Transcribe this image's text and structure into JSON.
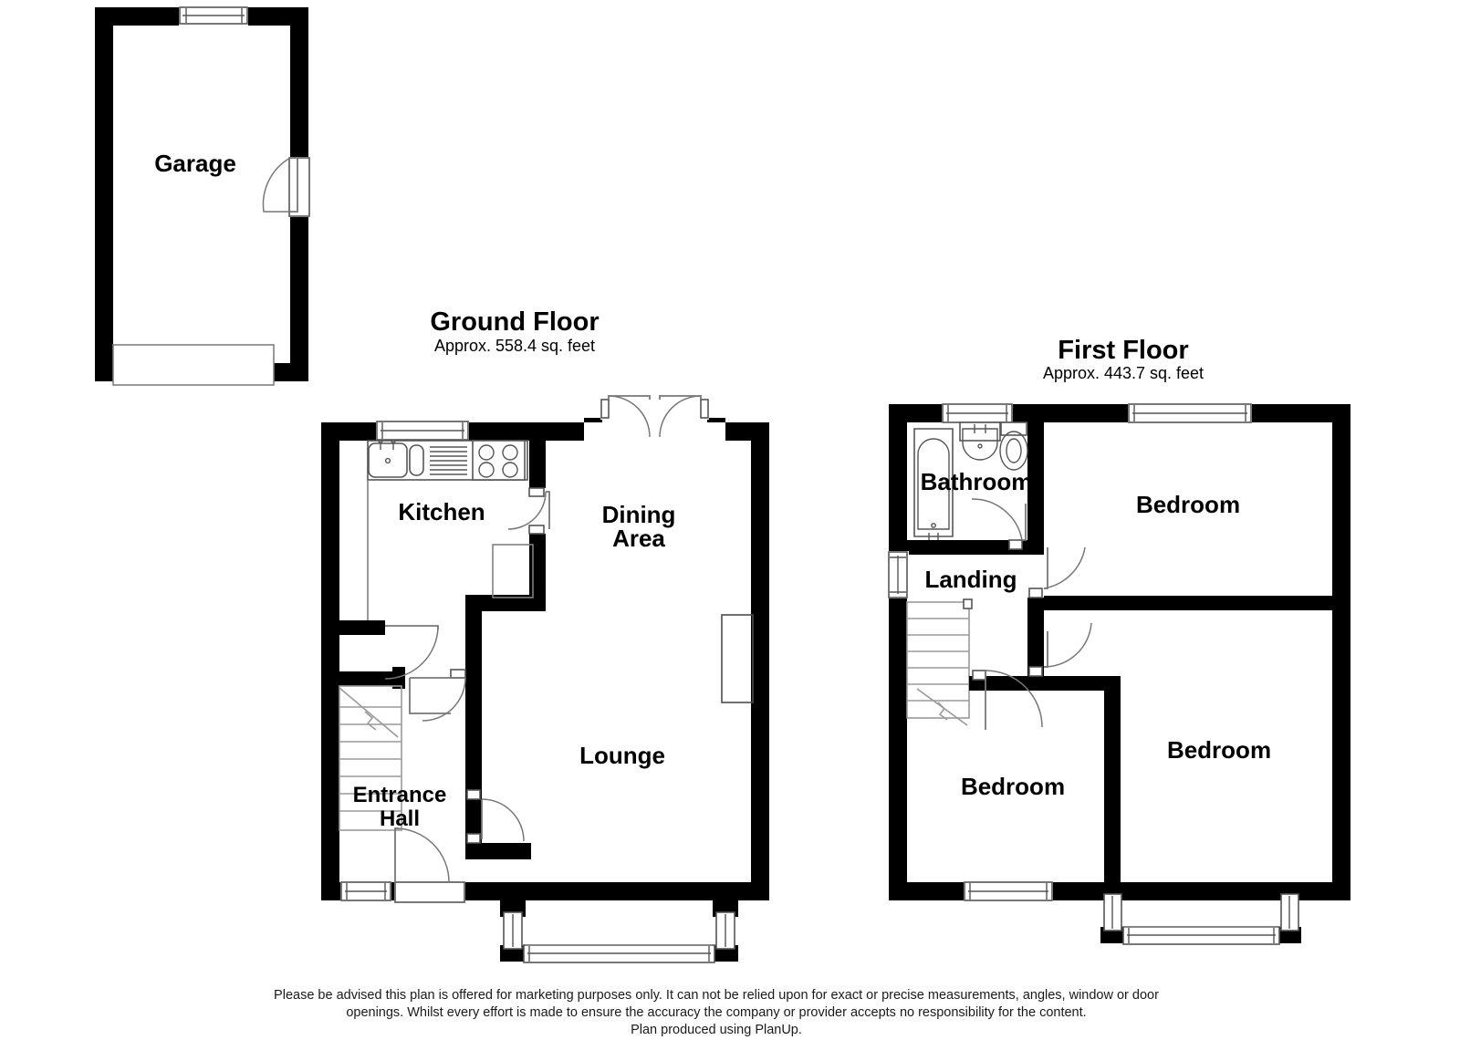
{
  "document": {
    "type": "floor-plan",
    "producer_note": "Plan produced using PlanUp."
  },
  "floors": [
    {
      "id": "ground",
      "title": "Ground Floor",
      "area_label": "Approx. 558.4 sq. feet",
      "area_value": 558.4,
      "area_unit": "sq. feet",
      "rooms": [
        {
          "name": "Kitchen",
          "label": "Kitchen"
        },
        {
          "name": "Dining Area",
          "label_line1": "Dining",
          "label_line2": "Area"
        },
        {
          "name": "Lounge",
          "label": "Lounge"
        },
        {
          "name": "Entrance Hall",
          "label_line1": "Entrance",
          "label_line2": "Hall"
        }
      ],
      "fixtures": [
        "sink",
        "drainer",
        "worktop",
        "hob",
        "staircase",
        "chimney-alcove",
        "understairs-cupboard"
      ],
      "openings": [
        "front-door",
        "hall-window",
        "lounge-bay-window",
        "kitchen-window",
        "patio-double-doors",
        "kitchen-door",
        "lounge-door",
        "understairs-door"
      ]
    },
    {
      "id": "first",
      "title": "First Floor",
      "area_label": "Approx. 443.7 sq. feet",
      "area_value": 443.7,
      "area_unit": "sq. feet",
      "rooms": [
        {
          "name": "Bathroom",
          "label": "Bathroom"
        },
        {
          "name": "Landing",
          "label": "Landing"
        },
        {
          "name": "Bedroom 1",
          "label": "Bedroom"
        },
        {
          "name": "Bedroom 2",
          "label": "Bedroom"
        },
        {
          "name": "Bedroom 3",
          "label": "Bedroom"
        }
      ],
      "fixtures": [
        "bath",
        "wash-basin",
        "toilet",
        "staircase"
      ],
      "openings": [
        "bathroom-window",
        "landing-window",
        "bedroom1-window",
        "bedroom3-window",
        "bedroom2-bay-window",
        "bathroom-door",
        "bedroom1-door",
        "bedroom2-door",
        "bedroom3-door"
      ]
    },
    {
      "id": "garage",
      "title": "Garage",
      "rooms": [
        {
          "name": "Garage",
          "label": "Garage"
        }
      ],
      "openings": [
        "garage-window",
        "garage-side-door",
        "garage-main-door"
      ]
    }
  ],
  "disclaimer": {
    "line1": "Please be advised this plan is offered for marketing purposes only. It can not be relied upon for exact or precise measurements, angles, window or door",
    "line2": "openings. Whilst every effort is made to ensure the accuracy the company or provider accepts no responsibility for the content.",
    "line3": "Plan produced using PlanUp."
  },
  "colors": {
    "wall": "#000000",
    "background": "#ffffff",
    "fixture_stroke": "#555555",
    "thin_line": "#808080",
    "text": "#000000"
  }
}
